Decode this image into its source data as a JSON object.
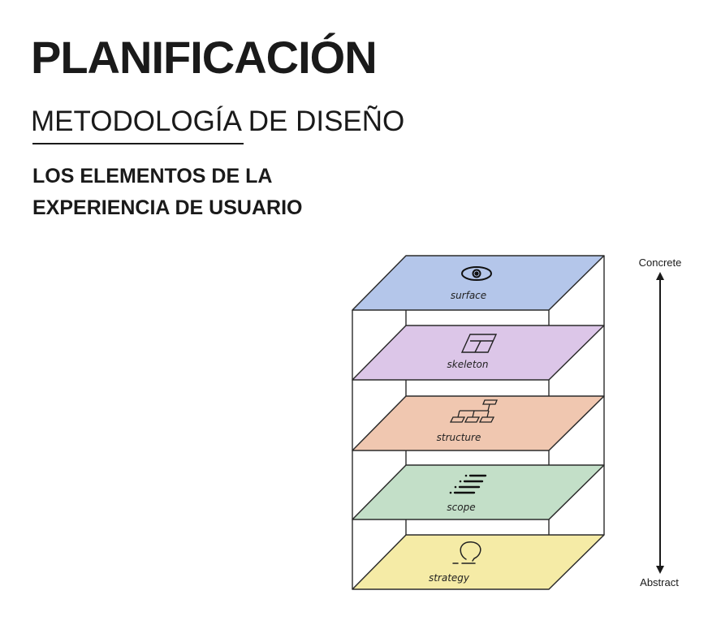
{
  "header": {
    "title": "PLANIFICACIÓN",
    "subtitle": "METODOLOGÍA DE DISEÑO",
    "section_lines": [
      "LOS ELEMENTOS DE LA",
      "EXPERIENCIA DE USUARIO"
    ]
  },
  "diagram": {
    "layers": [
      {
        "label": "surface",
        "color": "#b4c6ea",
        "icon": "eye-icon"
      },
      {
        "label": "skeleton",
        "color": "#dcc6e8",
        "icon": "layout-icon"
      },
      {
        "label": "structure",
        "color": "#f0c7b0",
        "icon": "sitemap-icon"
      },
      {
        "label": "scope",
        "color": "#c3dfc8",
        "icon": "list-icon"
      },
      {
        "label": "strategy",
        "color": "#f5eba6",
        "icon": "lightbulb-icon"
      }
    ],
    "axis": {
      "top_label": "Concrete",
      "bottom_label": "Abstract"
    }
  }
}
